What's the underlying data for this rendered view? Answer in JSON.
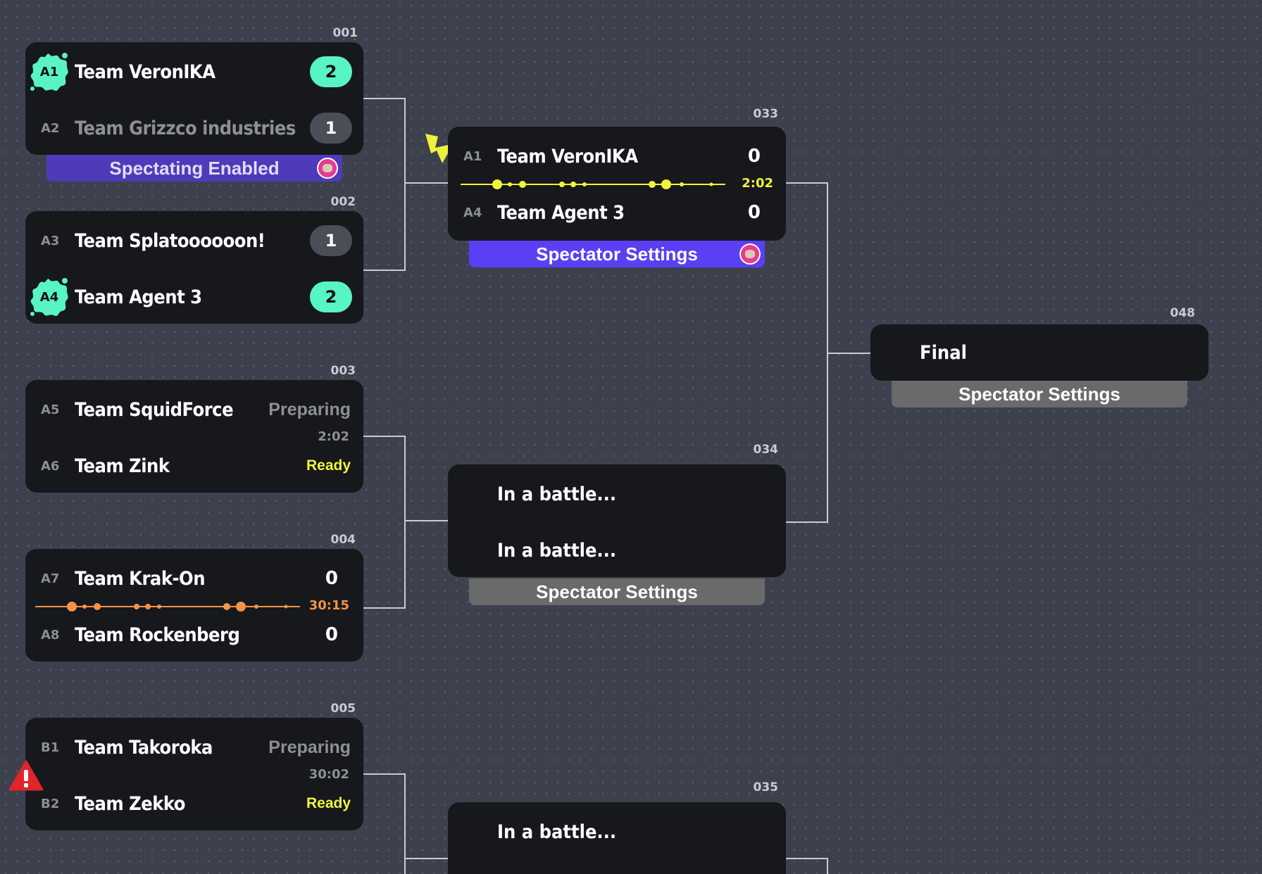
{
  "colors": {
    "background": "#3c414d",
    "card": "#16181c",
    "winner": "#58f5c3",
    "accent_yellow": "#f0f53c",
    "accent_orange": "#f5924a",
    "spectate_active": "#5a3ff5",
    "spectate_enabled": "#4e3bb8"
  },
  "matches": {
    "m001": {
      "number": "001",
      "top": {
        "seed": "A1",
        "name": "Team VeronIKA",
        "score": "2"
      },
      "bottom": {
        "seed": "A2",
        "name": "Team Grizzco industries",
        "score": "1"
      },
      "spectate": "Spectating Enabled"
    },
    "m002": {
      "number": "002",
      "top": {
        "seed": "A3",
        "name": "Team Splatoooooon!",
        "score": "1"
      },
      "bottom": {
        "seed": "A4",
        "name": "Team Agent 3",
        "score": "2"
      }
    },
    "m003": {
      "number": "003",
      "top": {
        "seed": "A5",
        "name": "Team SquidForce",
        "status": "Preparing"
      },
      "time": "2:02",
      "bottom": {
        "seed": "A6",
        "name": "Team Zink",
        "status": "Ready"
      }
    },
    "m004": {
      "number": "004",
      "top": {
        "seed": "A7",
        "name": "Team Krak-On",
        "score": "0"
      },
      "time": "30:15",
      "bottom": {
        "seed": "A8",
        "name": "Team Rockenberg",
        "score": "0"
      }
    },
    "m005": {
      "number": "005",
      "top": {
        "seed": "B1",
        "name": "Team Takoroka",
        "status": "Preparing"
      },
      "time": "30:02",
      "bottom": {
        "seed": "B2",
        "name": "Team Zekko",
        "status": "Ready"
      },
      "alert_icon": "warning-icon"
    },
    "m033": {
      "number": "033",
      "top": {
        "seed": "A1",
        "name": "Team VeronIKA",
        "score": "0"
      },
      "time": "2:02",
      "bottom": {
        "seed": "A4",
        "name": "Team Agent 3",
        "score": "0"
      },
      "spectate": "Spectator Settings"
    },
    "m034": {
      "number": "034",
      "top": {
        "text": "In a battle..."
      },
      "bottom": {
        "text": "In a battle..."
      },
      "spectate": "Spectator Settings"
    },
    "m035": {
      "number": "035",
      "top": {
        "text": "In a battle..."
      }
    },
    "m048": {
      "number": "048",
      "label": "Final",
      "spectate": "Spectator Settings"
    }
  }
}
